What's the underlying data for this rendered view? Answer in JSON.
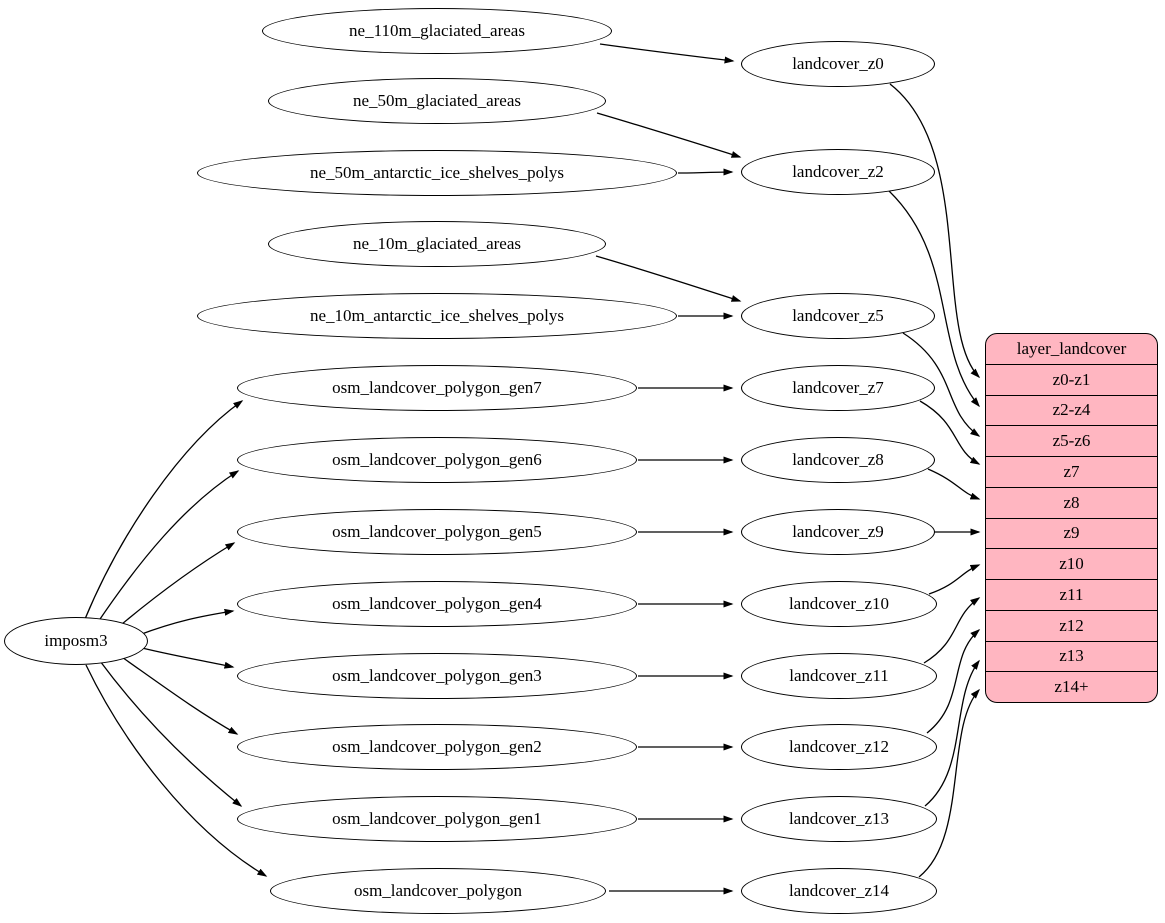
{
  "diagram": {
    "colors": {
      "table_fill": "#ffb6c1",
      "node_fill": "#ffffff",
      "stroke": "#000000",
      "background": "#ffffff"
    },
    "nodes": {
      "imposm3": "imposm3",
      "sources": [
        "ne_110m_glaciated_areas",
        "ne_50m_glaciated_areas",
        "ne_50m_antarctic_ice_shelves_polys",
        "ne_10m_glaciated_areas",
        "ne_10m_antarctic_ice_shelves_polys",
        "osm_landcover_polygon_gen7",
        "osm_landcover_polygon_gen6",
        "osm_landcover_polygon_gen5",
        "osm_landcover_polygon_gen4",
        "osm_landcover_polygon_gen3",
        "osm_landcover_polygon_gen2",
        "osm_landcover_polygon_gen1",
        "osm_landcover_polygon"
      ],
      "intermediates": [
        "landcover_z0",
        "landcover_z2",
        "landcover_z5",
        "landcover_z7",
        "landcover_z8",
        "landcover_z9",
        "landcover_z10",
        "landcover_z11",
        "landcover_z12",
        "landcover_z13",
        "landcover_z14"
      ],
      "table": {
        "title": "layer_landcover",
        "rows": [
          "z0-z1",
          "z2-z4",
          "z5-z6",
          "z7",
          "z8",
          "z9",
          "z10",
          "z11",
          "z12",
          "z13",
          "z14+"
        ]
      }
    },
    "edges": [
      [
        "imposm3",
        "osm_landcover_polygon_gen7"
      ],
      [
        "imposm3",
        "osm_landcover_polygon_gen6"
      ],
      [
        "imposm3",
        "osm_landcover_polygon_gen5"
      ],
      [
        "imposm3",
        "osm_landcover_polygon_gen4"
      ],
      [
        "imposm3",
        "osm_landcover_polygon_gen3"
      ],
      [
        "imposm3",
        "osm_landcover_polygon_gen2"
      ],
      [
        "imposm3",
        "osm_landcover_polygon_gen1"
      ],
      [
        "imposm3",
        "osm_landcover_polygon"
      ],
      [
        "ne_110m_glaciated_areas",
        "landcover_z0"
      ],
      [
        "ne_50m_glaciated_areas",
        "landcover_z2"
      ],
      [
        "ne_50m_antarctic_ice_shelves_polys",
        "landcover_z2"
      ],
      [
        "ne_10m_glaciated_areas",
        "landcover_z5"
      ],
      [
        "ne_10m_antarctic_ice_shelves_polys",
        "landcover_z5"
      ],
      [
        "osm_landcover_polygon_gen7",
        "landcover_z7"
      ],
      [
        "osm_landcover_polygon_gen6",
        "landcover_z8"
      ],
      [
        "osm_landcover_polygon_gen5",
        "landcover_z9"
      ],
      [
        "osm_landcover_polygon_gen4",
        "landcover_z10"
      ],
      [
        "osm_landcover_polygon_gen3",
        "landcover_z11"
      ],
      [
        "osm_landcover_polygon_gen2",
        "landcover_z12"
      ],
      [
        "osm_landcover_polygon_gen1",
        "landcover_z13"
      ],
      [
        "osm_landcover_polygon",
        "landcover_z14"
      ],
      [
        "landcover_z0",
        "layer_landcover.z0-z1"
      ],
      [
        "landcover_z2",
        "layer_landcover.z2-z4"
      ],
      [
        "landcover_z5",
        "layer_landcover.z5-z6"
      ],
      [
        "landcover_z7",
        "layer_landcover.z7"
      ],
      [
        "landcover_z8",
        "layer_landcover.z8"
      ],
      [
        "landcover_z9",
        "layer_landcover.z9"
      ],
      [
        "landcover_z10",
        "layer_landcover.z10"
      ],
      [
        "landcover_z11",
        "layer_landcover.z11"
      ],
      [
        "landcover_z12",
        "layer_landcover.z12"
      ],
      [
        "landcover_z13",
        "layer_landcover.z13"
      ],
      [
        "landcover_z14",
        "layer_landcover.z14+"
      ]
    ]
  }
}
